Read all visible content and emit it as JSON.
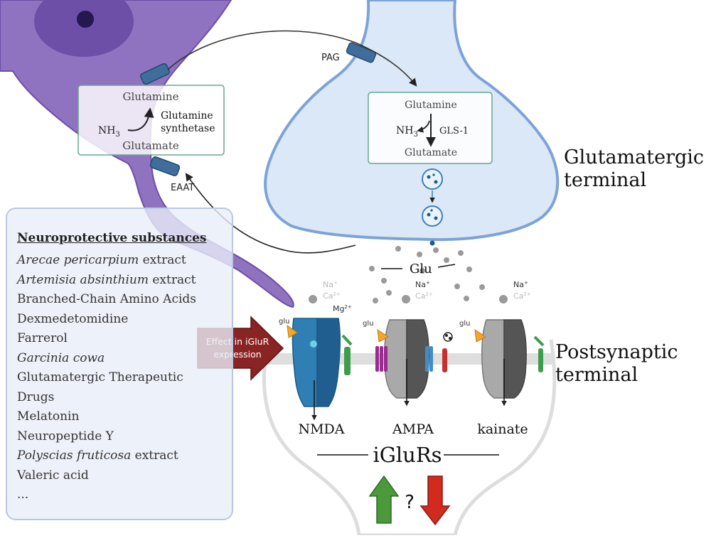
{
  "labels": {
    "glutamine_astro": "Glutamine",
    "glutamate_astro": "Glutamate",
    "nh3_astro": "NH",
    "nh3_sub": "3",
    "enzyme_line1": "Glutamine",
    "enzyme_line2": "synthetase",
    "glutamine_pre": "Glutamine",
    "glutamate_pre": "Glutamate",
    "nh3_pre": "NH",
    "gls1": "GLS-1",
    "pag": "PAG",
    "eaat": "EAAT",
    "glu_release": "Glu",
    "glutamatergic_line1": "Glutamatergic",
    "glutamatergic_line2": "terminal",
    "postsynaptic_line1": "Postsynaptic",
    "postsynaptic_line2": "terminal",
    "effect_line1": "Effect in iGluR",
    "effect_line2": "expression",
    "nmda": "NMDA",
    "ampa": "AMPA",
    "kainate": "kainate",
    "iglurs": "iGluRs",
    "question": "?",
    "glu_nmda": "glu",
    "glu_ampa": "glu",
    "glu_kainate": "glu",
    "na_nmda": "Na",
    "ca_nmda": "Ca",
    "mg_nmda": "Mg",
    "na_ampa": "Na",
    "ca_ampa": "Ca",
    "na_kainate": "Na",
    "ca_kainate": "Ca",
    "plus": "+",
    "two_plus": "2+"
  },
  "list": {
    "title": "Neuroprotective substances",
    "items": [
      {
        "em": "Arecae pericarpium",
        "rest": " extract"
      },
      {
        "em": "Artemisia absinthium",
        "rest": " extract"
      },
      {
        "em": "",
        "rest": "Branched-Chain Amino Acids"
      },
      {
        "em": "",
        "rest": "Dexmedetomidine"
      },
      {
        "em": "",
        "rest": "Farrerol"
      },
      {
        "em": "Garcinia cowa",
        "rest": ""
      },
      {
        "em": "",
        "rest": "Glutamatergic Therapeutic"
      },
      {
        "em": "",
        "rest": "Drugs"
      },
      {
        "em": "",
        "rest": "Melatonin"
      },
      {
        "em": "",
        "rest": "Neuropeptide Y"
      },
      {
        "em": "Polyscias fruticosa",
        "rest": " extract"
      },
      {
        "em": "",
        "rest": "Valeric acid"
      },
      {
        "em": "",
        "rest": "..."
      }
    ]
  },
  "colors": {
    "astrocyte": "#8f72c0",
    "astrocyte_dark": "#5b3f8f",
    "presynaptic_fill": "#dbe8f8",
    "presynaptic_stroke": "#7da3d6",
    "transporter": "#3f6e9c",
    "effect_arrow": "#8a2424",
    "up_arrow": "#4a9a3c",
    "down_arrow": "#d12a1e",
    "nmda": "#2f7fb4",
    "receptor_gray": "#8a8a8a"
  }
}
